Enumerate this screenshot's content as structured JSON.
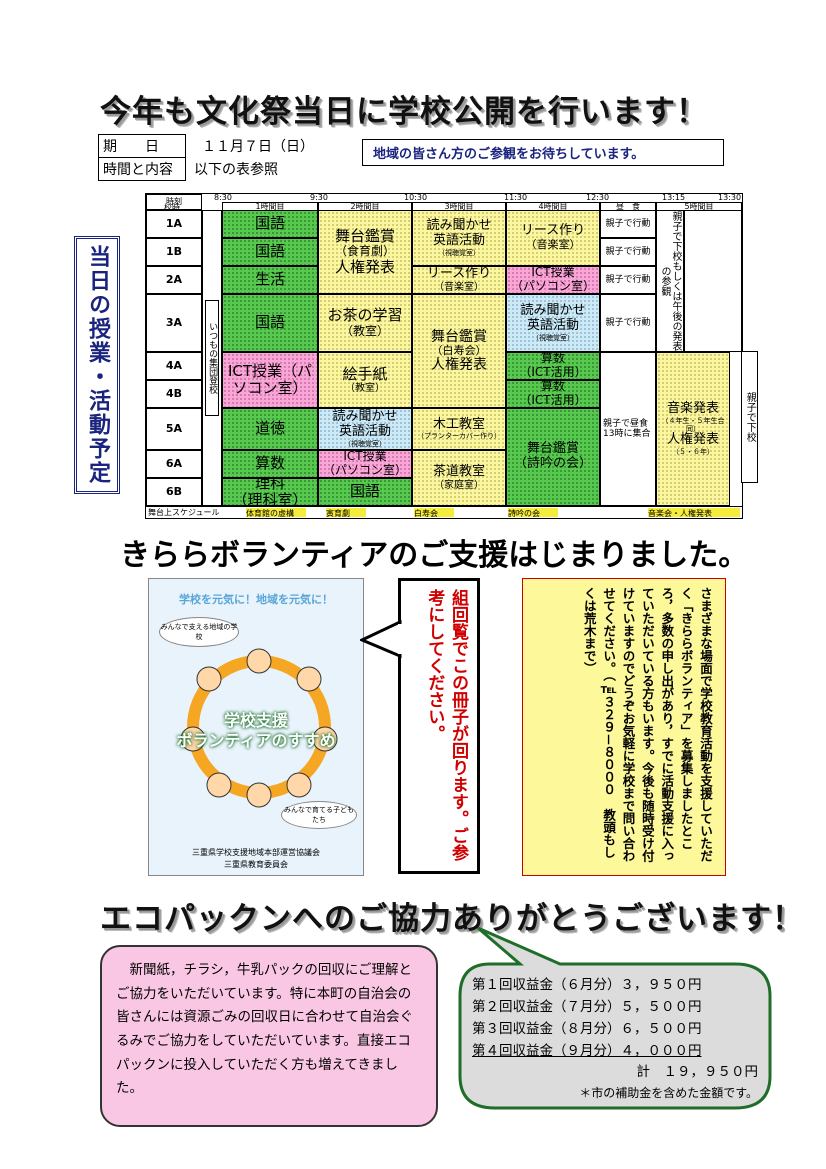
{
  "headline1": "今年も文化祭当日に学校公開を行います！",
  "info": {
    "date_label": "期　　日",
    "date_value": "１１月７日（日）",
    "content_label": "時間と内容",
    "content_value": "以下の表参照"
  },
  "invite_note": "地域の皆さん方のご参観をお待ちしています。",
  "schedule_title": "当日の授業・活動予定",
  "schedule": {
    "header_time": "時刻",
    "header_period": "校時",
    "times": [
      "8:30",
      "9:30",
      "10:30",
      "11:30",
      "12:30",
      "13:15",
      "13:30"
    ],
    "periods": [
      "1時間目",
      "2時間目",
      "3時間目",
      "4時間目",
      "昼　食",
      "5時間目"
    ],
    "classes": [
      "1A",
      "1B",
      "2A",
      "3A",
      "4A",
      "4B",
      "5A",
      "6A",
      "6B"
    ],
    "morning": "いつもの集団登校",
    "c1": {
      "a": "国語",
      "b": "国語",
      "c": "生活",
      "d": "国語",
      "e": "ICT授業（パソコン室）",
      "f": "道徳",
      "g": "算数",
      "h1": "理科",
      "h2": "（理科室）"
    },
    "c2": {
      "a1": "舞台鑑賞",
      "a2": "（食育劇）",
      "a3": "人権発表",
      "b1": "お茶の学習",
      "b2": "（教室）",
      "c1": "絵手紙",
      "c2": "（教室）",
      "d1": "読み聞かせ",
      "d2": "英語活動",
      "d3": "（視聴覚室）",
      "e1": "ICT授業",
      "e2": "（パソコン室）",
      "f": "国語"
    },
    "c3": {
      "a1": "読み聞かせ",
      "a2": "英語活動",
      "a3": "（視聴覚室）",
      "b1": "リース作り",
      "b2": "（音楽室）",
      "c1": "舞台鑑賞",
      "c2": "（白寿会）",
      "c3": "人権発表",
      "d1": "木工教室",
      "d2": "（プランターカバー作り）",
      "e1": "茶道教室",
      "e2": "（家庭室）"
    },
    "c4": {
      "a1": "リース作り",
      "a2": "（音楽室）",
      "b1": "ICT授業",
      "b2": "（パソコン室）",
      "c1": "読み聞かせ",
      "c2": "英語活動",
      "c3": "（視聴覚室）",
      "d1": "算数",
      "d2": "（ICT活用）",
      "e1": "算数",
      "e2": "（ICT活用）",
      "f1": "舞台鑑賞",
      "f2": "（詩吟の会）"
    },
    "lunch": {
      "a": "親子で行動",
      "b": "親子で行動",
      "c": "親子で行動",
      "d": "親子で行動",
      "e1": "親子で昼食",
      "e2": "13時に集合"
    },
    "c5": {
      "a": "親子で下校もしくは午後の発表の参観",
      "b1": "音楽発表",
      "b2": "（４年生・５年生合同）",
      "b3": "人権発表",
      "b4": "（５・６年）",
      "c": "親子で下校"
    },
    "footer": [
      "舞台上スケジュール",
      "体育館の虚構",
      "寅育劇",
      "白寿会",
      "詩吟の会",
      "音楽会・人権発表"
    ]
  },
  "headline2": "きららボランティアのご支援はじまりました。",
  "booklet": {
    "top": "学校を元気に！地域を元気に！",
    "bubble1": "みんなで支える地域の学校",
    "title1": "学校支援",
    "title2": "ボランティアのすすめ",
    "bubble2": "みんなで育てる子どもたち",
    "org1": "三重県学校支援地域本部運営協議会",
    "org2": "三重県教育委員会"
  },
  "circulate_note": "組回覧でこの冊子が回ります。ご参考にしてください。",
  "volunteer_text": "さまざまな場面で学校教育活動を支援していただく「きららボランティア」を募集しましたところ，多数の申し出があり，すでに活動支援に入っていただいている方もいます。今後も随時受け付けていますのでどうぞお気軽に学校まで問い合わせてください。（℡３２９－８０００　教頭もしくは荒木まで）",
  "headline3": "エコパックンへのご協力ありがとうございます！",
  "eco_text": "新聞紙，チラシ，牛乳パックの回収にご理解とご協力をいただいています。特に本町の自治会の皆さんには資源ごみの回収日に合わせて自治会ぐるみでご協力をしていただいています。直接エコパックンに投入していただく方も増えてきました。",
  "revenue": {
    "rows": [
      "第１回収益金（６月分）３，９５０円",
      "第２回収益金（７月分）５，５００円",
      "第３回収益金（８月分）６，５００円",
      "第４回収益金（９月分）４，０００円"
    ],
    "total": "計　１９，９５０円",
    "note": "＊市の補助金を含めた金額です。"
  },
  "colors": {
    "green": "#58c94f",
    "yellow": "#fbf7a0",
    "pink": "#f7a6d6",
    "blue": "#cde9f5",
    "navy": "#1a237e",
    "red": "#d00000"
  }
}
